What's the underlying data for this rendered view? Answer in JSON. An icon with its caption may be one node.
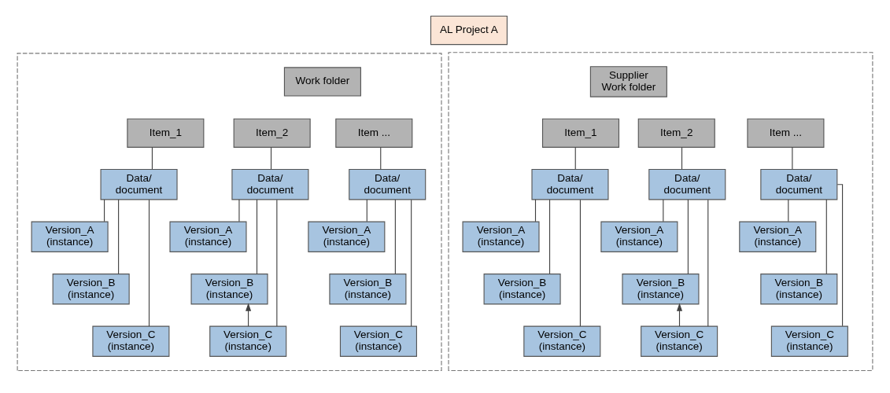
{
  "diagram": {
    "nodes": [
      {
        "text": [
          "AL Project A"
        ]
      },
      {
        "text": [],
        "shape": "box"
      },
      {
        "text": [
          "Work folder"
        ],
        "in": 1
      },
      {
        "text": [
          "Item_1"
        ],
        "in": 1
      },
      {
        "text": [
          "Data/ document"
        ],
        "in": 1
      },
      {
        "text": [
          "Version_A (instance)"
        ],
        "in": 1
      },
      {
        "text": [
          "Version_B (instance)"
        ],
        "in": 1
      },
      {
        "text": [
          "Version_C (instance)"
        ],
        "in": 1
      },
      {
        "text": [
          "Item_2"
        ],
        "in": 1
      },
      {
        "text": [
          "Data/ document"
        ],
        "in": 1
      },
      {
        "text": [
          "Version_A (instance)"
        ],
        "in": 1
      },
      {
        "text": [
          "Version_B (instance)"
        ],
        "in": 1
      },
      {
        "text": [
          "Version_C (instance)"
        ],
        "in": 1
      },
      {
        "text": [
          "Item ..."
        ],
        "in": 1
      },
      {
        "text": [
          "Data/ document"
        ],
        "in": 1
      },
      {
        "text": [
          "Version_A (instance)"
        ],
        "in": 1
      },
      {
        "text": [
          "Version_B (instance)"
        ],
        "in": 1
      },
      {
        "text": [
          "Version_C (instance)"
        ],
        "in": 1
      },
      {
        "text": [],
        "shape": "box"
      },
      {
        "text": [
          "Supplier Work folder"
        ],
        "in": 18
      },
      {
        "text": [
          "Item_1"
        ],
        "in": 18
      },
      {
        "text": [
          "Data/ document"
        ],
        "in": 18
      },
      {
        "text": [
          "Version_A (instance)"
        ],
        "in": 18
      },
      {
        "text": [
          "Version_B (instance)"
        ],
        "in": 18
      },
      {
        "text": [
          "Version_C (instance)"
        ],
        "in": 18
      },
      {
        "text": [
          "Item_2"
        ],
        "in": 18
      },
      {
        "text": [
          "Data/ document"
        ],
        "in": 18
      },
      {
        "text": [
          "Version_A (instance)"
        ],
        "in": 18
      },
      {
        "text": [
          "Version_B (instance)"
        ],
        "in": 18
      },
      {
        "text": [
          "Version_C (instance)"
        ],
        "in": 18
      },
      {
        "text": [
          "Item ..."
        ],
        "in": 18
      },
      {
        "text": [
          "Data/ document"
        ],
        "in": 18
      },
      {
        "text": [
          "Version_A (instance)"
        ],
        "in": 18
      },
      {
        "text": [
          "Version_B (instance)"
        ],
        "in": 18
      },
      {
        "text": [
          "Version_C (instance)"
        ],
        "in": 18
      }
    ],
    "edges": [
      {
        "from": 3,
        "to": 4,
        "arrow": "none"
      },
      {
        "from": 4,
        "to": 5,
        "arrow": "none"
      },
      {
        "from": 4,
        "to": 6,
        "arrow": "none"
      },
      {
        "from": 4,
        "to": 7,
        "arrow": "none"
      },
      {
        "from": 8,
        "to": 9,
        "arrow": "none"
      },
      {
        "from": 9,
        "to": 10,
        "arrow": "none"
      },
      {
        "from": 9,
        "to": 11,
        "arrow": "none"
      },
      {
        "from": 9,
        "to": 12,
        "arrow": "none"
      },
      {
        "from": 12,
        "to": 11,
        "arrow": "to"
      },
      {
        "from": 13,
        "to": 14,
        "arrow": "none"
      },
      {
        "from": 14,
        "to": 15,
        "arrow": "none"
      },
      {
        "from": 14,
        "to": 16,
        "arrow": "none"
      },
      {
        "from": 14,
        "to": 17,
        "arrow": "none"
      },
      {
        "from": 20,
        "to": 21,
        "arrow": "none"
      },
      {
        "from": 21,
        "to": 22,
        "arrow": "none"
      },
      {
        "from": 21,
        "to": 23,
        "arrow": "none"
      },
      {
        "from": 21,
        "to": 24,
        "arrow": "none"
      },
      {
        "from": 25,
        "to": 26,
        "arrow": "none"
      },
      {
        "from": 26,
        "to": 27,
        "arrow": "none"
      },
      {
        "from": 26,
        "to": 28,
        "arrow": "none"
      },
      {
        "from": 26,
        "to": 29,
        "arrow": "none"
      },
      {
        "from": 29,
        "to": 28,
        "arrow": "to"
      },
      {
        "from": 30,
        "to": 31,
        "arrow": "none"
      },
      {
        "from": 31,
        "to": 32,
        "arrow": "none"
      },
      {
        "from": 31,
        "to": 33,
        "arrow": "none"
      },
      {
        "from": 31,
        "to": 34,
        "arrow": "none"
      }
    ]
  }
}
